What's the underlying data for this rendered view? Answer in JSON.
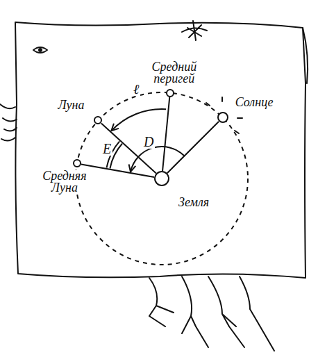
{
  "diagram": {
    "nodes": [
      {
        "text": [
          "Средний перигей"
        ]
      },
      {
        "text": [
          "Луна"
        ]
      },
      {
        "text": [
          "Солнце"
        ]
      },
      {
        "text": [
          "Средняя Луна"
        ]
      },
      {
        "text": [
          "Земля"
        ]
      }
    ],
    "edges": [
      {
        "from": 4,
        "to": 0,
        "arrow": "none"
      },
      {
        "from": 4,
        "to": 1,
        "arrow": "none"
      },
      {
        "from": 4,
        "to": 2,
        "arrow": "none"
      },
      {
        "from": 4,
        "to": 3,
        "arrow": "none"
      }
    ],
    "labels": [
      "ℓ",
      "E",
      "D"
    ]
  }
}
